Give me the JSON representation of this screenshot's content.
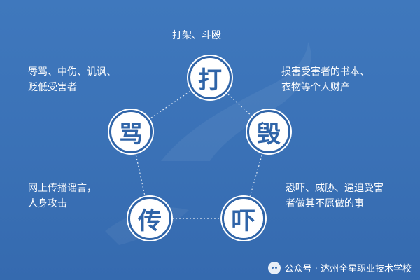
{
  "nodes": [
    {
      "key": "da",
      "char": "打",
      "caption": [
        "打架、斗殴"
      ]
    },
    {
      "key": "hui",
      "char": "毁",
      "caption": [
        "损害受害者的书本、",
        "衣物等个人财产"
      ]
    },
    {
      "key": "he",
      "char": "吓",
      "caption": [
        "恐吓、威胁、逼迫受害",
        "者做其不愿做的事"
      ]
    },
    {
      "key": "chuan",
      "char": "传",
      "caption": [
        "网上传播谣言，",
        "人身攻击"
      ]
    },
    {
      "key": "ma",
      "char": "骂",
      "caption": [
        "辱骂、中伤、讥讽、",
        "贬低受害者"
      ]
    }
  ],
  "footer": {
    "icon": "wechat-icon",
    "text": "公众号 · 达州全星职业技术学校"
  },
  "colors": {
    "background": "#3a71b6",
    "circle_fill": "#ffffff",
    "circle_text": "#2f64a8",
    "text": "#ffffff"
  }
}
